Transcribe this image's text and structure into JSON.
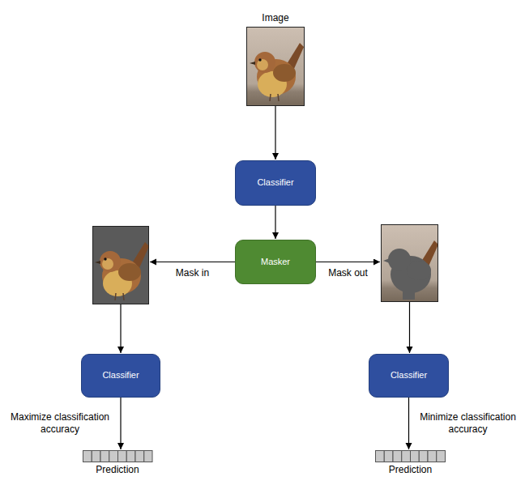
{
  "diagram": {
    "nodes": [
      {
        "text": [
          "Image"
        ]
      },
      {
        "text": [
          "Classifier"
        ]
      },
      {
        "text": []
      },
      {
        "text": [
          "Masker"
        ]
      },
      {
        "text": []
      },
      {
        "text": [
          "Classifier"
        ]
      },
      {
        "text": [
          "Classifier"
        ]
      },
      {
        "text": [
          "Prediction"
        ]
      },
      {
        "text": [
          "Prediction"
        ]
      }
    ],
    "edges": [
      {
        "from": 0,
        "to": 1,
        "arrow": "to"
      },
      {
        "from": 1,
        "to": 3,
        "arrow": "to"
      },
      {
        "from": 3,
        "to": 2,
        "label": "Mask in",
        "arrow": "to"
      },
      {
        "from": 3,
        "to": 4,
        "label": "Mask out",
        "arrow": "to"
      },
      {
        "from": 2,
        "to": 5,
        "arrow": "to"
      },
      {
        "from": 4,
        "to": 6,
        "arrow": "to"
      },
      {
        "from": 5,
        "to": 7,
        "label": "Maximize classification accuracy",
        "arrow": "to"
      },
      {
        "from": 6,
        "to": 8,
        "label": "Minimize classification accuracy",
        "arrow": "to"
      }
    ]
  }
}
